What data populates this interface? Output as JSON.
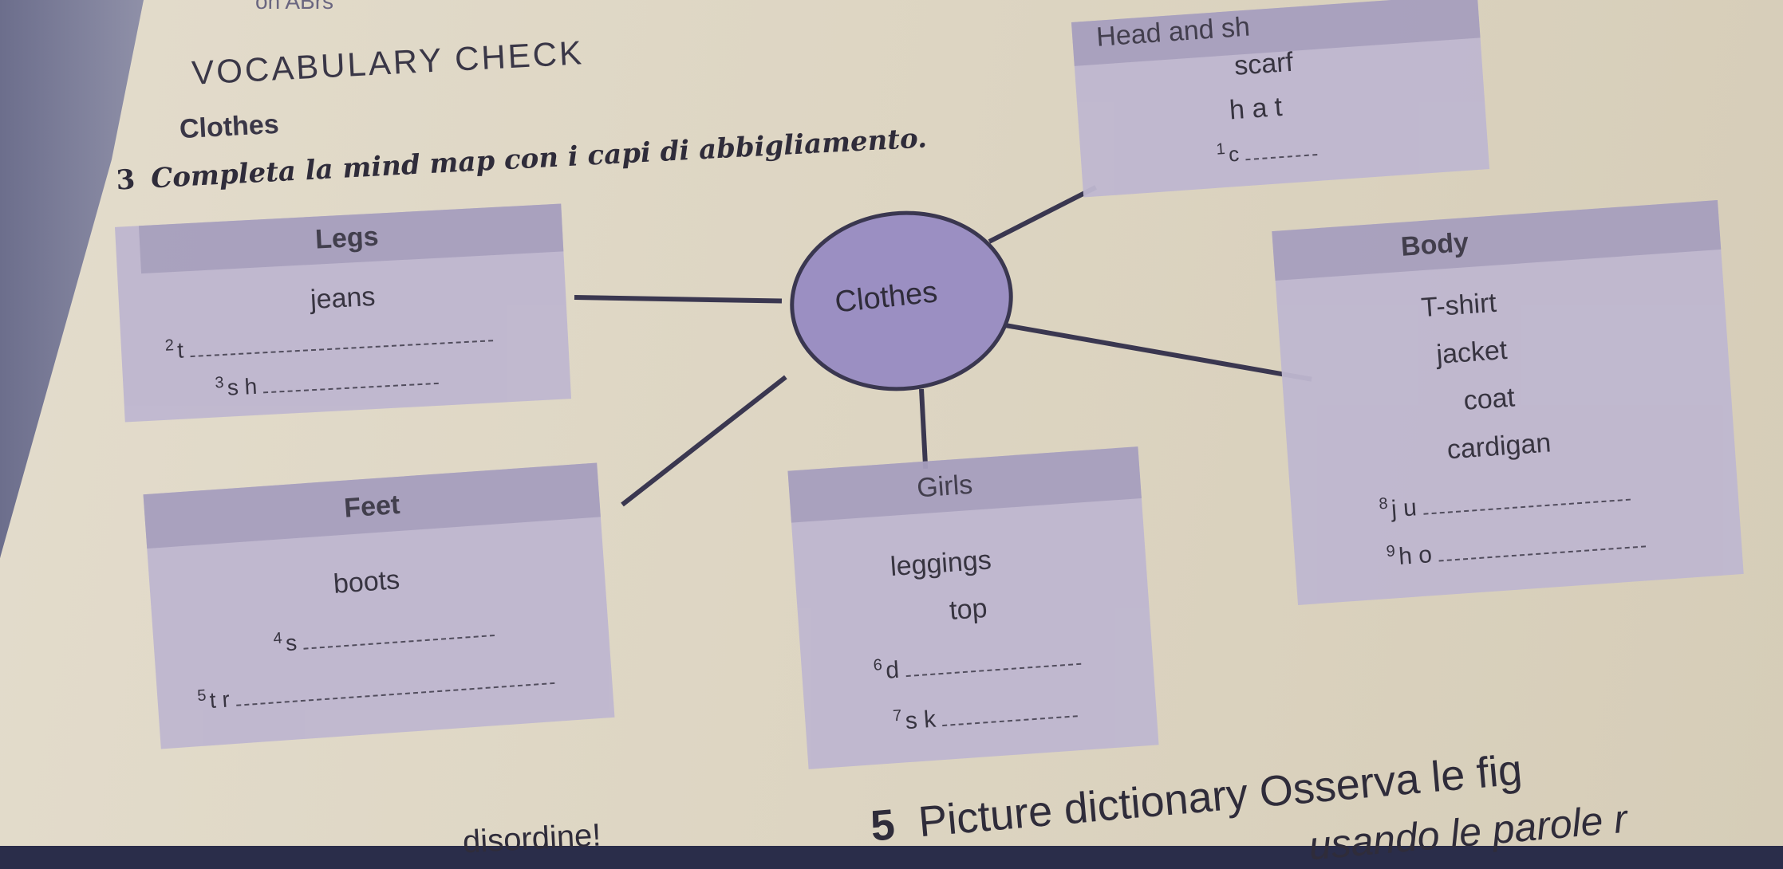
{
  "header_top": "on ABrs",
  "page_title": "VOCABULARY CHECK",
  "section": "Clothes",
  "exercise": {
    "number": "3",
    "instruction": "Completa la mind map con i capi di abbigliamento."
  },
  "center": "Clothes",
  "groups": {
    "head": {
      "title": "Head and sh",
      "words": [
        "scarf",
        "h a t"
      ],
      "blanks": [
        {
          "num": "1",
          "start": "c"
        }
      ]
    },
    "legs": {
      "title": "Legs",
      "words": [
        "jeans"
      ],
      "blanks": [
        {
          "num": "2",
          "start": "t"
        },
        {
          "num": "3",
          "start": "s h"
        }
      ]
    },
    "body": {
      "title": "Body",
      "words": [
        "T-shirt",
        "jacket",
        "coat",
        "cardigan"
      ],
      "blanks": [
        {
          "num": "8",
          "start": "j u"
        },
        {
          "num": "9",
          "start": "h o"
        }
      ]
    },
    "feet": {
      "title": "Feet",
      "words": [
        "boots"
      ],
      "blanks": [
        {
          "num": "4",
          "start": "s"
        },
        {
          "num": "5",
          "start": "t r"
        }
      ]
    },
    "girls": {
      "title": "Girls",
      "words": [
        "leggings",
        "top"
      ],
      "blanks": [
        {
          "num": "6",
          "start": "d"
        },
        {
          "num": "7",
          "start": "s k"
        }
      ]
    }
  },
  "bottom_left": "disordine!",
  "bottom_right": {
    "number": "5",
    "text": "Picture dictionary  Osserva le fig",
    "text2": "usando le parole r"
  },
  "colors": {
    "paper": "#ddd5c2",
    "box": "#bfb7d0",
    "header": "#a79fbe",
    "bubble": "#9b8fc2"
  }
}
